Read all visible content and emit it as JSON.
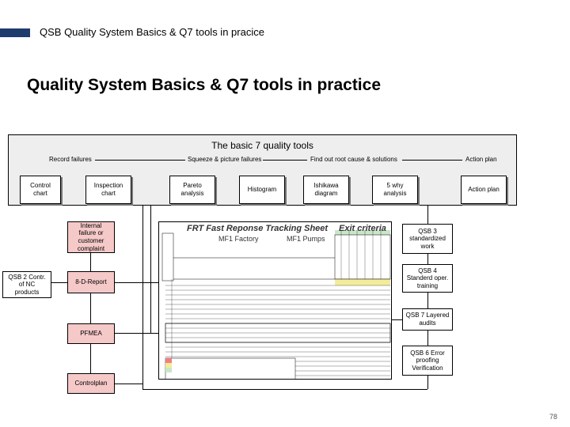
{
  "header": {
    "breadcrumb": "QSB Quality System Basics & Q7 tools  in pracice"
  },
  "page_title": "Quality System Basics & Q7 tools in practice",
  "panel": {
    "title": "The basic 7 quality tools",
    "categories": [
      "Record failures",
      "Squeeze & picture failures",
      "Find out  root cause & solutions",
      "Action plan"
    ],
    "tools": [
      "Control chart",
      "Inspection chart",
      "Pareto analysis",
      "Histogram",
      "Ishikawa diagram",
      "5 why analysis",
      "Action plan"
    ]
  },
  "flow": {
    "internal_failure": "Internal failure or customer complaint",
    "eight_d": "8-D-Report",
    "fmea": "PFMEA",
    "controlplan": "Controlplan",
    "qsb2": "QSB 2 Contr. of NC products"
  },
  "qsb": [
    "QSB 3 standardized work",
    "QSB 4 Standerd oper. training",
    "QSB 7 Layered audits",
    "QSB 6 Error proofing Verification"
  ],
  "sheet": {
    "title": "FRT Fast Reponse Tracking Sheet",
    "exit": "Exit criteria",
    "sub_left": "MF1 Factory",
    "sub_right": "MF1 Pumps"
  },
  "page_number": "78",
  "colors": {
    "accent": "#1f3c6e",
    "flow_fill": "#f6c9c9",
    "panel_bg": "#eeeeee"
  }
}
